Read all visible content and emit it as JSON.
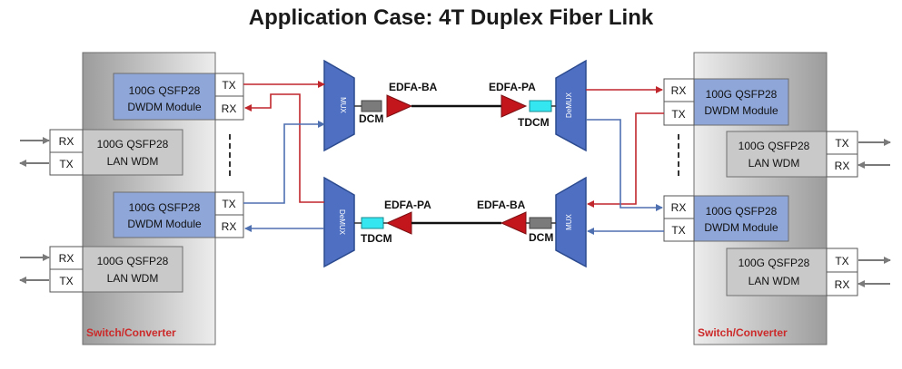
{
  "title": "Application Case: 4T Duplex Fiber Link",
  "left_switch": {
    "label": "Switch/Converter",
    "dwdm_top": {
      "line1": "100G QSFP28",
      "line2": "DWDM Module",
      "tx": "TX",
      "rx": "RX"
    },
    "lan_top": {
      "line1": "100G QSFP28",
      "line2": "LAN WDM",
      "rx": "RX",
      "tx": "TX"
    },
    "dwdm_bottom": {
      "line1": "100G QSFP28",
      "line2": "DWDM Module",
      "tx": "TX",
      "rx": "RX"
    },
    "lan_bottom": {
      "line1": "100G QSFP28",
      "line2": "LAN WDM",
      "rx": "RX",
      "tx": "TX"
    }
  },
  "right_switch": {
    "label": "Switch/Converter",
    "dwdm_top": {
      "line1": "100G QSFP28",
      "line2": "DWDM Module",
      "rx": "RX",
      "tx": "TX"
    },
    "lan_top": {
      "line1": "100G QSFP28",
      "line2": "LAN WDM",
      "tx": "TX",
      "rx": "RX"
    },
    "dwdm_bottom": {
      "line1": "100G QSFP28",
      "line2": "DWDM Module",
      "rx": "RX",
      "tx": "TX"
    },
    "lan_bottom": {
      "line1": "100G QSFP28",
      "line2": "LAN WDM",
      "tx": "TX",
      "rx": "RX"
    }
  },
  "mux": {
    "top_left": "MUX",
    "top_right": "DeMUX",
    "bottom_left": "DeMUX",
    "bottom_right": "MUX"
  },
  "top_link": {
    "dcm": "DCM",
    "edfa_ba": "EDFA-BA",
    "edfa_pa": "EDFA-PA",
    "tdcm": "TDCM"
  },
  "bottom_link": {
    "edfa_pa": "EDFA-PA",
    "tdcm": "TDCM",
    "edfa_ba": "EDFA-BA",
    "dcm": "DCM"
  },
  "colors": {
    "red": "#c0272d",
    "blue": "#4e6fb0",
    "module_blue": "#8ea6d8",
    "mux_blue": "#4f70c2",
    "amp_red": "#c2161c",
    "tdcm_cyan": "#33e6f0"
  }
}
